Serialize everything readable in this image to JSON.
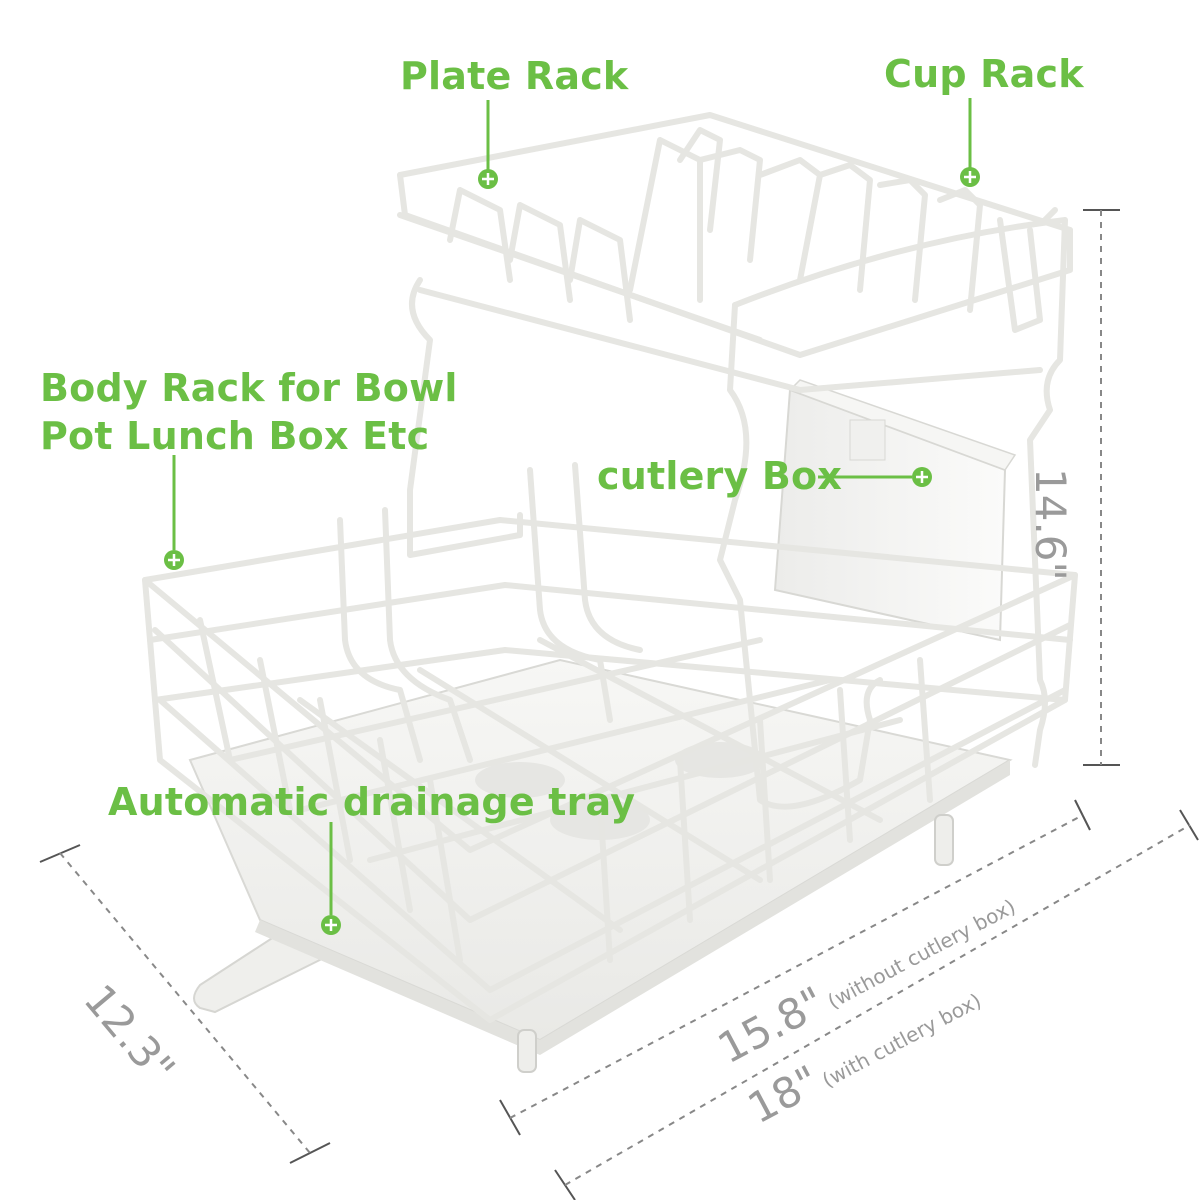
{
  "colors": {
    "callout": "#6bbf45",
    "dimension": "#9a9a9a",
    "wire": "#e6e6e2",
    "wire_shadow": "#c8c8c2",
    "tray": "#f3f3f1",
    "background": "#ffffff"
  },
  "callouts": {
    "plate_rack": "Plate Rack",
    "cup_rack": "Cup Rack",
    "body_rack_line1": "Body Rack for Bowl",
    "body_rack_line2": "Pot Lunch Box Etc",
    "cutlery_box": "cutlery Box",
    "drainage_tray": "Automatic drainage tray"
  },
  "dimensions": {
    "height": "14.6\"",
    "depth": "12.3\"",
    "width_without": "15.8\"",
    "width_without_note": "(without cutlery box)",
    "width_with": "18\"",
    "width_with_note": "(with cutlery box)"
  }
}
